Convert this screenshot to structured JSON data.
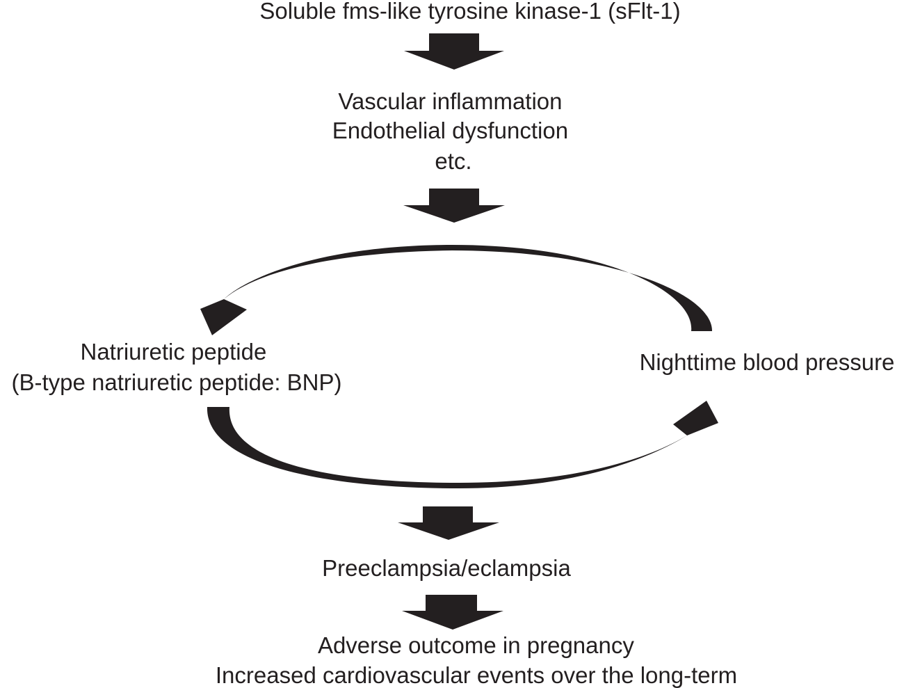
{
  "nodes": {
    "sflt": {
      "lines": [
        "Soluble fms-like tyrosine kinase-1 (sFlt-1)"
      ]
    },
    "vascular": {
      "lines": [
        "Vascular inflammation",
        "Endothelial dysfunction",
        "etc."
      ]
    },
    "natriuretic": {
      "lines": [
        "Natriuretic peptide",
        "(B-type natriuretic peptide: BNP)"
      ]
    },
    "nighttime": {
      "lines": [
        "Nighttime blood pressure"
      ]
    },
    "preeclampsia": {
      "lines": [
        "Preeclampsia/eclampsia"
      ]
    },
    "outcome": {
      "lines": [
        "Adverse outcome in pregnancy",
        "Increased cardiovascular events over the long-term"
      ]
    }
  },
  "colors": {
    "ink": "#231f20",
    "background": "#ffffff"
  }
}
